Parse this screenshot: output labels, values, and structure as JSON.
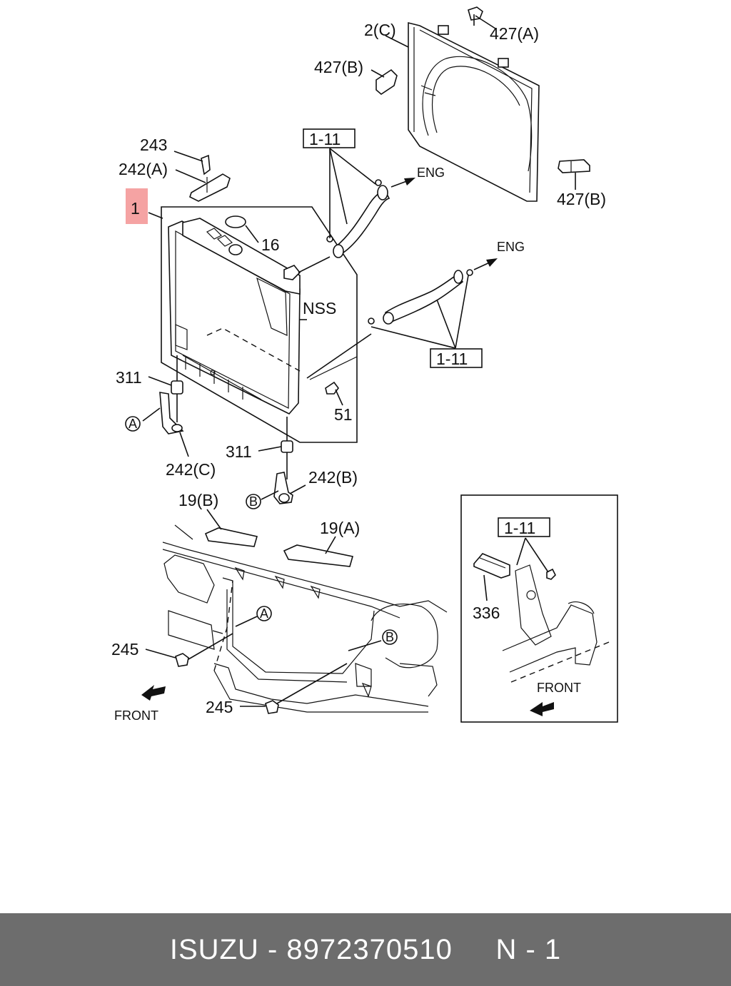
{
  "callouts": {
    "c1": "1",
    "c2c": "2(C)",
    "c427a": "427(A)",
    "c427b_top": "427(B)",
    "c427b_right": "427(B)",
    "c243": "243",
    "c242a": "242(A)",
    "c16": "16",
    "c111_top": "1-11",
    "c111_mid": "1-11",
    "c111_inset": "1-11",
    "eng_top": "ENG",
    "eng_mid": "ENG",
    "nss": "NSS",
    "c311_left": "311",
    "c311_bottom": "311",
    "c51": "51",
    "c242c": "242(C)",
    "c242b": "242(B)",
    "circle_a1": "A",
    "circle_b1": "B",
    "c19b": "19(B)",
    "c19a": "19(A)",
    "circle_a2": "A",
    "circle_b2": "B",
    "c245_left": "245",
    "c245_bottom": "245",
    "front_left": "FRONT",
    "c336": "336",
    "front_inset": "FRONT"
  },
  "colors": {
    "highlight": "#f5a3a3",
    "footer_bg": "#6d6d6d"
  },
  "footer": {
    "brand": "ISUZU",
    "sep": "-",
    "part_number": "8972370510",
    "page": "N - 1"
  }
}
